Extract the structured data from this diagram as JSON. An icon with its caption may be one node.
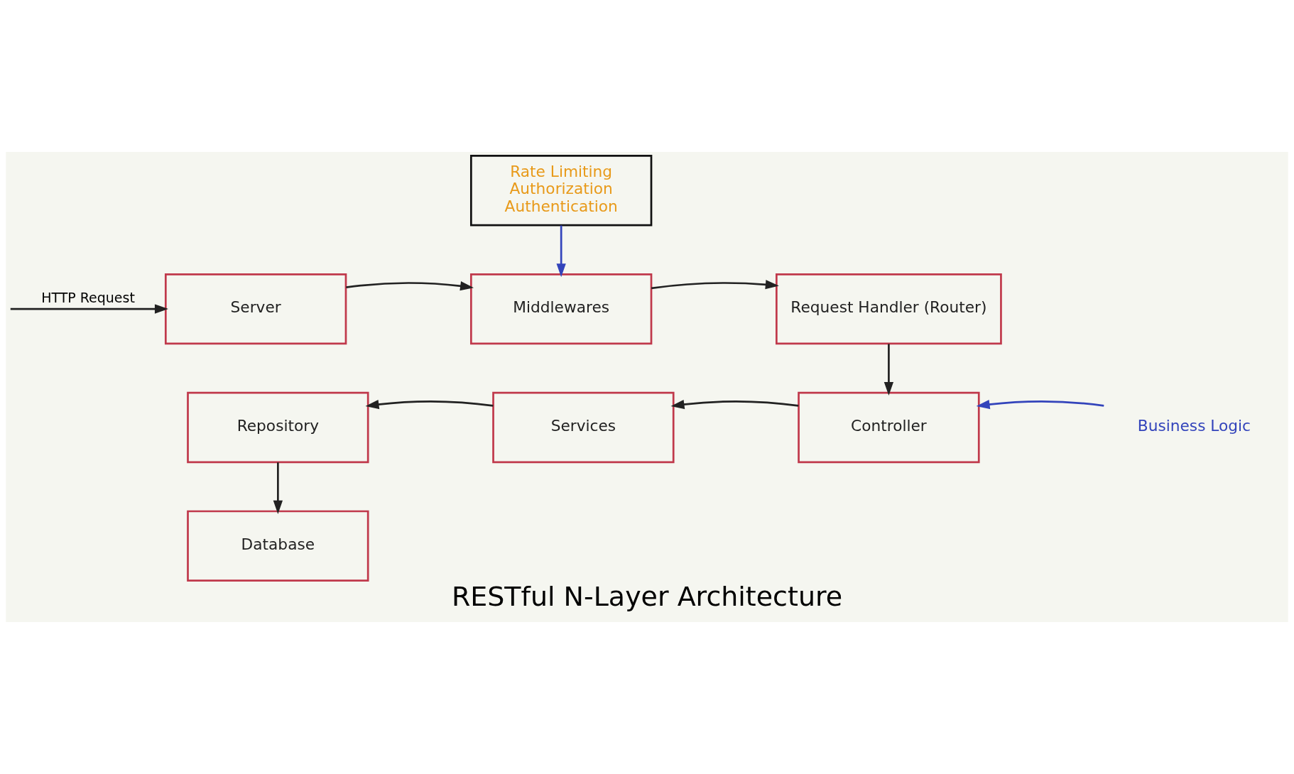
{
  "diagram": {
    "title": "RESTful N-Layer Architecture",
    "nodes": [
      {
        "text": [
          "Rate Limiting",
          "Authorization",
          "Authentication"
        ]
      },
      {
        "text": [
          "Server"
        ]
      },
      {
        "text": [
          "Middlewares"
        ]
      },
      {
        "text": [
          "Request Handler (Router)"
        ]
      },
      {
        "text": [
          "Controller"
        ]
      },
      {
        "text": [
          "Services"
        ]
      },
      {
        "text": [
          "Repository"
        ]
      },
      {
        "text": [
          "Database"
        ]
      },
      {
        "text": [
          "Business Logic"
        ]
      }
    ],
    "edges": [
      {
        "from": 0,
        "to": 2,
        "arrow": "to",
        "color": "#3344bb"
      },
      {
        "from": null,
        "to": 1,
        "arrow": "to",
        "label": "HTTP Request"
      },
      {
        "from": 1,
        "to": 2,
        "arrow": "to"
      },
      {
        "from": 2,
        "to": 3,
        "arrow": "to"
      },
      {
        "from": 3,
        "to": 4,
        "arrow": "to"
      },
      {
        "from": 4,
        "to": 5,
        "arrow": "to"
      },
      {
        "from": 5,
        "to": 6,
        "arrow": "to"
      },
      {
        "from": 6,
        "to": 7,
        "arrow": "to"
      },
      {
        "from": 8,
        "to": 4,
        "arrow": "to",
        "color": "#3344bb"
      }
    ]
  }
}
